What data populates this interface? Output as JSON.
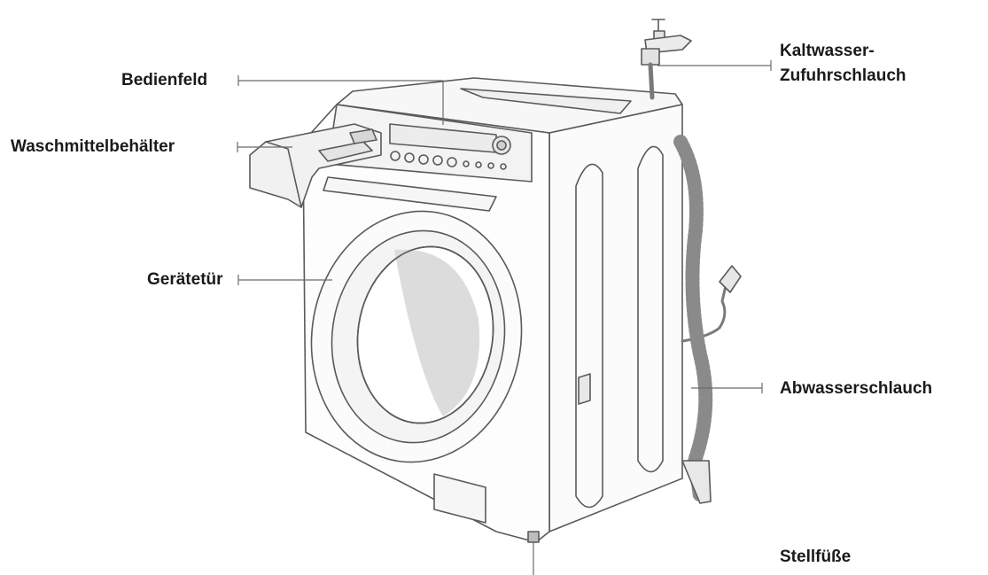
{
  "labels": {
    "bedienfeld": "Bedienfeld",
    "waschmittelbehaelter": "Waschmittelbehälter",
    "geraetetuer": "Gerätetür",
    "kaltwasser_line1": "Kaltwasser-",
    "kaltwasser_line2": "Zufuhrschlauch",
    "abwasserschlauch": "Abwasserschlauch",
    "stellfuesse": "Stellfüße"
  },
  "colors": {
    "line": "#6b6b6b",
    "drum": "#d9d9d9",
    "text": "#1a1a1a"
  }
}
